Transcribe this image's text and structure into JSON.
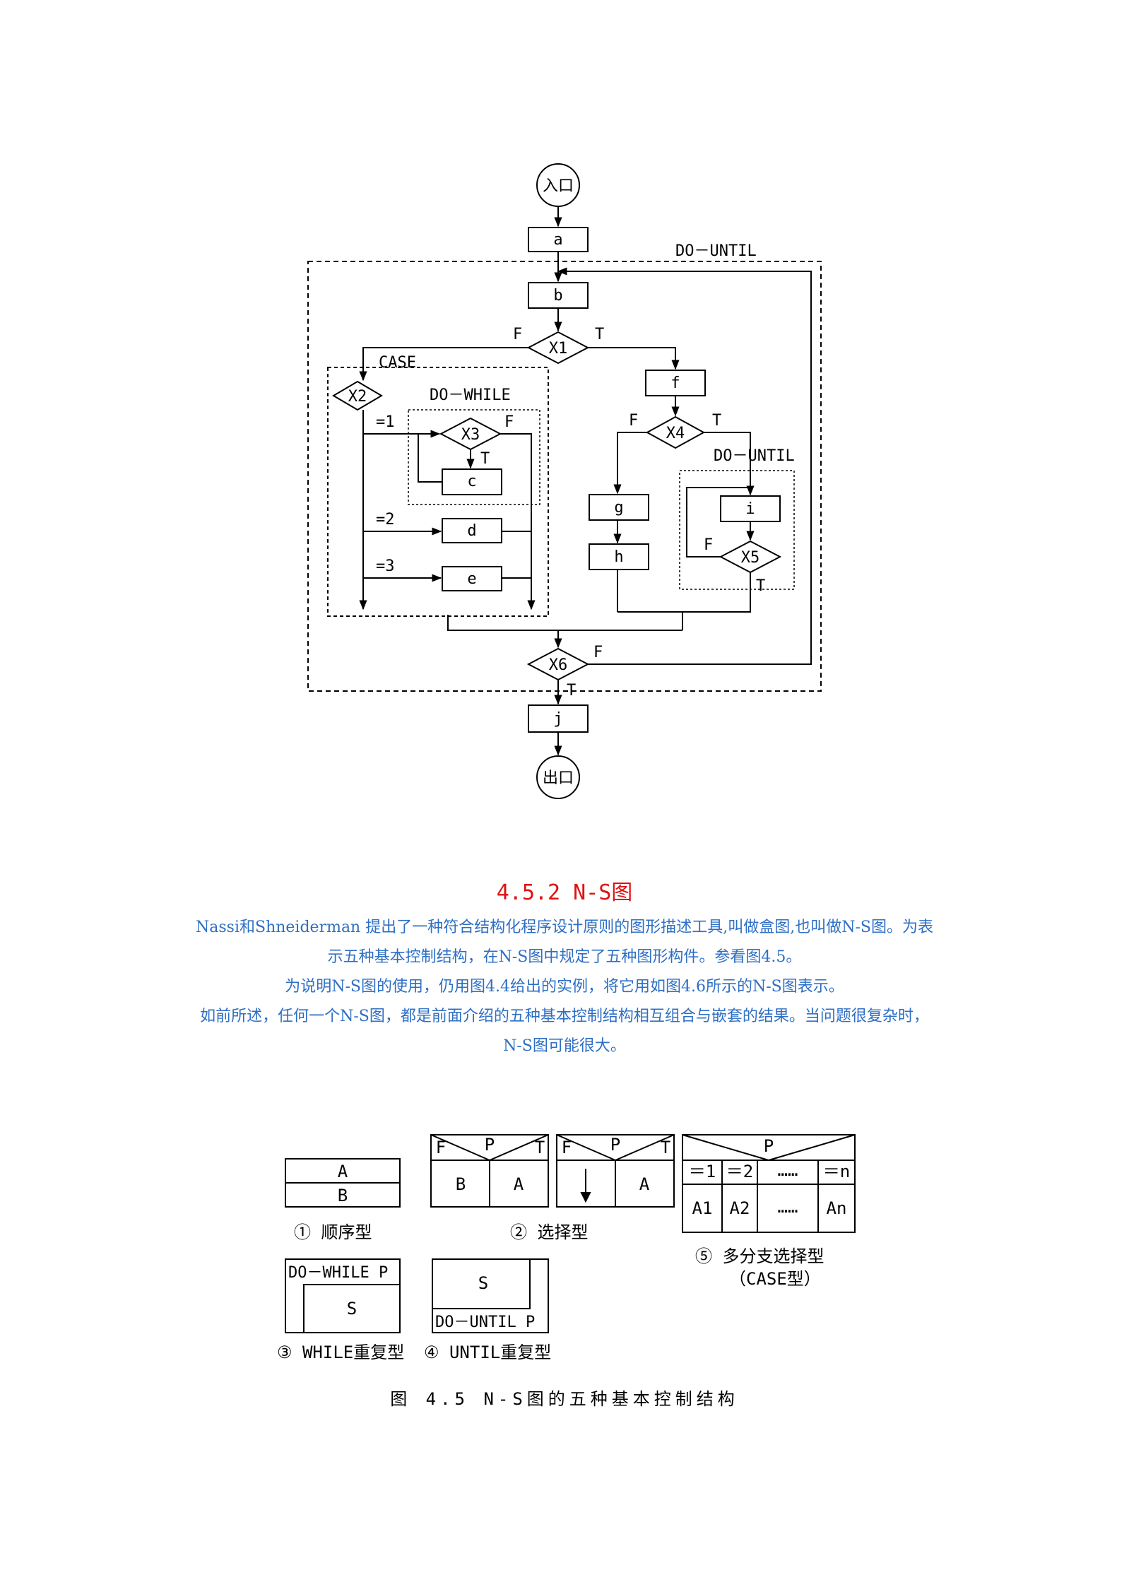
{
  "flowchart": {
    "entry": "入口",
    "exit": "出口",
    "boxes": {
      "a": "a",
      "b": "b",
      "c": "c",
      "d": "d",
      "e": "e",
      "f": "f",
      "g": "g",
      "h": "h",
      "i": "i",
      "j": "j"
    },
    "decisions": {
      "x1": "X1",
      "x2": "X2",
      "x3": "X3",
      "x4": "X4",
      "x5": "X5",
      "x6": "X6"
    },
    "region_labels": {
      "do_until_outer": "DO－UNTIL",
      "case": "CASE",
      "do_while": "DO－WHILE",
      "do_until_inner": "DO－UNTIL"
    },
    "branch_labels": {
      "t": "T",
      "f": "F",
      "eq1": "=1",
      "eq2": "=2",
      "eq3": "=3"
    }
  },
  "section": {
    "heading": "4.5.2 N-S图",
    "paragraphs": [
      "Nassi和Shneiderman 提出了一种符合结构化程序设计原则的图形描述工具,叫做盒图,也叫做N-S图。为表示五种基本控制结构，在N-S图中规定了五种图形构件。参看图4.5。",
      "为说明N-S图的使用，仍用图4.4给出的实例，将它用如图4.6所示的N-S图表示。",
      "如前所述，任何一个N-S图，都是前面介绍的五种基本控制结构相互组合与嵌套的结果。当问题很复杂时，N-S图可能很大。"
    ]
  },
  "ns_figure": {
    "sequence": {
      "a": "A",
      "b": "B",
      "caption": "① 顺序型"
    },
    "selection": {
      "f": "F",
      "p": "P",
      "t": "T",
      "b": "B",
      "a": "A",
      "caption": "② 选择型"
    },
    "selection_single": {
      "f": "F",
      "p": "P",
      "t": "T",
      "arrow": "↓",
      "a": "A"
    },
    "case": {
      "p": "P",
      "c1": "＝1",
      "c2": "＝2",
      "dots": "……",
      "cn": "＝n",
      "a1": "A1",
      "a2": "A2",
      "an": "An",
      "caption1": "⑤ 多分支选择型",
      "caption2": "（CASE型）"
    },
    "while": {
      "label": "DO－WHILE P",
      "s": "S",
      "caption": "③ WHILE重复型"
    },
    "until": {
      "s": "S",
      "label": "DO－UNTIL P",
      "caption": "④ UNTIL重复型"
    },
    "figure_caption": "图 4.5 N-S图的五种基本控制结构"
  }
}
